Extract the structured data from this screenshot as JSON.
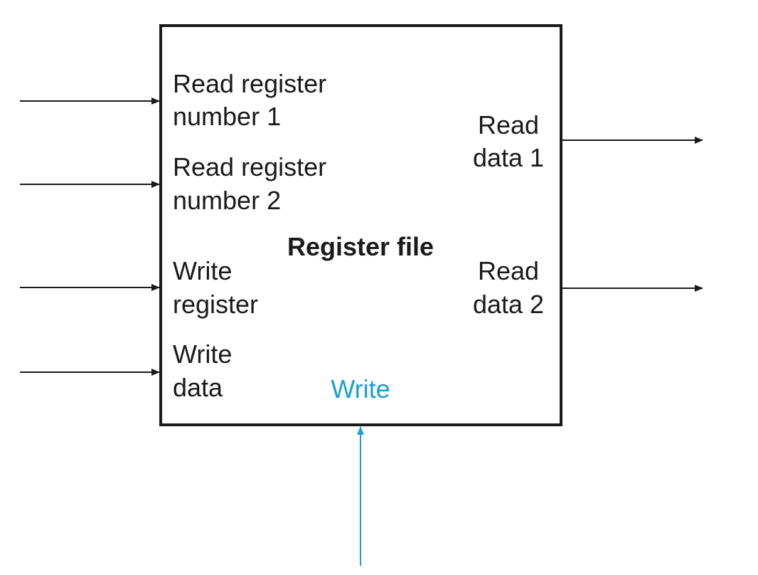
{
  "block": {
    "title": "Register file"
  },
  "inputs": [
    {
      "line1": "Read register",
      "line2": "number 1"
    },
    {
      "line1": "Read register",
      "line2": "number 2"
    },
    {
      "line1": "Write",
      "line2": "register"
    },
    {
      "line1": "Write",
      "line2": "data"
    }
  ],
  "outputs": [
    {
      "line1": "Read",
      "line2": "data 1"
    },
    {
      "line1": "Read",
      "line2": "data 2"
    }
  ],
  "control": {
    "label": "Write"
  },
  "colors": {
    "line": "#1a1a1a",
    "control": "#1a9fd4"
  }
}
